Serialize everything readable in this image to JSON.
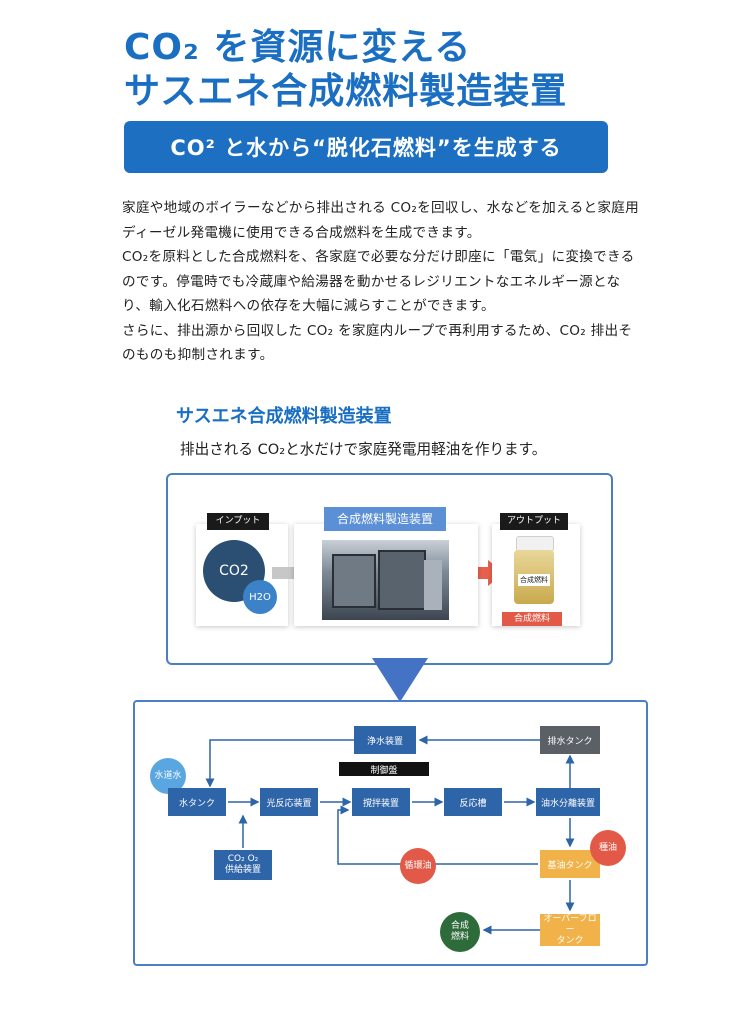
{
  "title": {
    "line1": "CO₂ を資源に変える",
    "line2": "サスエネ合成燃料製造装置"
  },
  "banner": "CO² と水から“脱化石燃料”を生成する",
  "body": {
    "p1": "家庭や地域のボイラーなどから排出される CO₂を回収し、水などを加えると家庭用ディーゼル発電機に使用できる合成燃料を生成できます。",
    "p2": "CO₂を原料とした合成燃料を、各家庭で必要な分だけ即座に「電気」に変換できるのです。停電時でも冷蔵庫や給湯器を動かせるレジリエントなエネルギー源となり、輸入化石燃料への依存を大幅に減らすことができます。",
    "p3": "さらに、排出源から回収した CO₂ を家庭内ループで再利用するため、CO₂ 排出そのものも抑制されます。"
  },
  "device_section": {
    "title": "サスエネ合成燃料製造装置",
    "description": "排出される CO₂と水だけで家庭発電用軽油を作ります。",
    "input_label": "インプット",
    "input_co2": "CO2",
    "input_h2o": "H2O",
    "device_label": "合成燃料製造装置",
    "output_label": "アウトプット",
    "jar_label": "合成燃料",
    "output_tag": "合成燃料"
  },
  "flow": {
    "water_purifier": "浄水装置",
    "drain_tank": "排水タンク",
    "control_panel": "制御盤",
    "water_supply": "水道水",
    "water_tank": "水タンク",
    "photoreactor": "光反応装置",
    "stirrer": "撹拌装置",
    "reactor": "反応槽",
    "separator": "油水分離装置",
    "co2_o2_line1": "CO₂ O₂",
    "co2_o2_line2": "供給装置",
    "circulating_oil": "循環油",
    "base_oil_tank": "基油タンク",
    "base_oil": "種油",
    "overflow_tank_line1": "オーバーフロー",
    "overflow_tank_line2": "タンク",
    "synthetic_fuel_line1": "合成",
    "synthetic_fuel_line2": "燃料"
  },
  "colors": {
    "brand_blue": "#1d6fc1",
    "flow_blue": "#2e64a8",
    "orange": "#f2b24a",
    "red": "#e25a47",
    "green": "#2e6b3a"
  }
}
